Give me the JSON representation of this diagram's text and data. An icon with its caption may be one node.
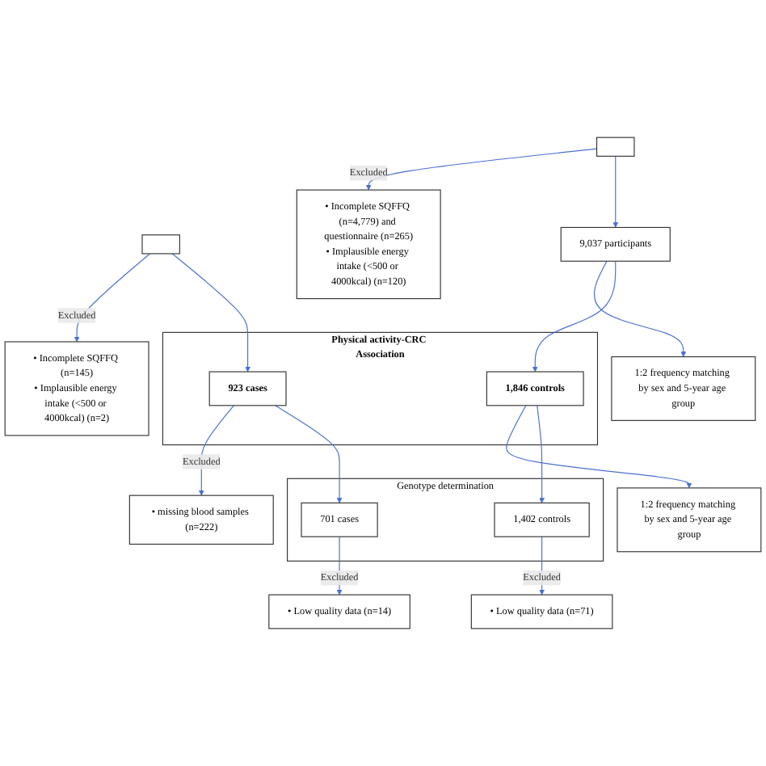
{
  "diagram": {
    "nodes": [
      {
        "text": [],
        "shape": "box"
      },
      {
        "text": [],
        "shape": "box"
      },
      {
        "text": [
          "• Incomplete SQFFQ (n=145)",
          "• Implausible energy intake (<500 or 4000kcal) (n=2)"
        ]
      },
      {
        "text": [
          "• Incomplete SQFFQ (n=4,779) and questionnaire (n=265)",
          "• Implausible energy intake (<500 or 4000kcal) (n=120)"
        ]
      },
      {
        "text": [
          "9,037 participants"
        ]
      },
      {
        "text": [
          "1:2 frequency matching by sex and 5-year age group"
        ]
      },
      {
        "text": [
          "Physical activity-CRC Association"
        ]
      },
      {
        "text": [
          "923 cases"
        ],
        "in": 6
      },
      {
        "text": [
          "1,846 controls"
        ],
        "in": 6
      },
      {
        "text": [
          "• missing blood samples (n=222)"
        ]
      },
      {
        "text": [
          "1:2 frequency matching by sex and 5-year age group"
        ]
      },
      {
        "text": [
          "Genotype determination"
        ]
      },
      {
        "text": [
          "701 cases"
        ],
        "in": 11
      },
      {
        "text": [
          "1,402 controls"
        ],
        "in": 11
      },
      {
        "text": [
          "• Low quality data (n=14)"
        ]
      },
      {
        "text": [
          "• Low quality data (n=71)"
        ]
      }
    ],
    "edges": [
      {
        "from": 0,
        "to": 2,
        "arrow": "to",
        "label": "Excluded"
      },
      {
        "from": 0,
        "to": 7,
        "arrow": "to"
      },
      {
        "from": 1,
        "to": 3,
        "arrow": "to",
        "label": "Excluded"
      },
      {
        "from": 1,
        "to": 4,
        "arrow": "to"
      },
      {
        "from": 4,
        "to": 5,
        "arrow": "to"
      },
      {
        "from": 4,
        "to": 8,
        "arrow": "to"
      },
      {
        "from": 7,
        "to": 9,
        "arrow": "to",
        "label": "Excluded"
      },
      {
        "from": 7,
        "to": 12,
        "arrow": "to"
      },
      {
        "from": 8,
        "to": 10,
        "arrow": "to"
      },
      {
        "from": 8,
        "to": 13,
        "arrow": "to"
      },
      {
        "from": 12,
        "to": 14,
        "arrow": "to",
        "label": "Excluded"
      },
      {
        "from": 13,
        "to": 15,
        "arrow": "to",
        "label": "Excluded"
      }
    ]
  }
}
